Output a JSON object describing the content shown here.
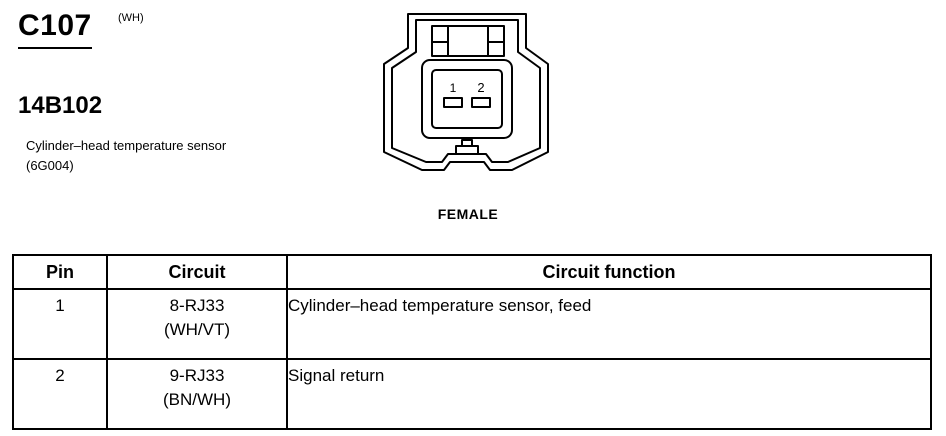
{
  "connector": {
    "id": "C107",
    "color": "(WH)",
    "part_number": "14B102",
    "component_name": "Cylinder–head temperature sensor",
    "component_code": "(6G004)",
    "gender": "FEMALE",
    "pin_labels": [
      "1",
      "2"
    ]
  },
  "table": {
    "headers": [
      "Pin",
      "Circuit",
      "Circuit function"
    ],
    "rows": [
      {
        "pin": "1",
        "circuit": "8-RJ33",
        "wire_color": "(WH/VT)",
        "function": "Cylinder–head temperature sensor, feed"
      },
      {
        "pin": "2",
        "circuit": "9-RJ33",
        "wire_color": "(BN/WH)",
        "function": "Signal return"
      }
    ]
  }
}
